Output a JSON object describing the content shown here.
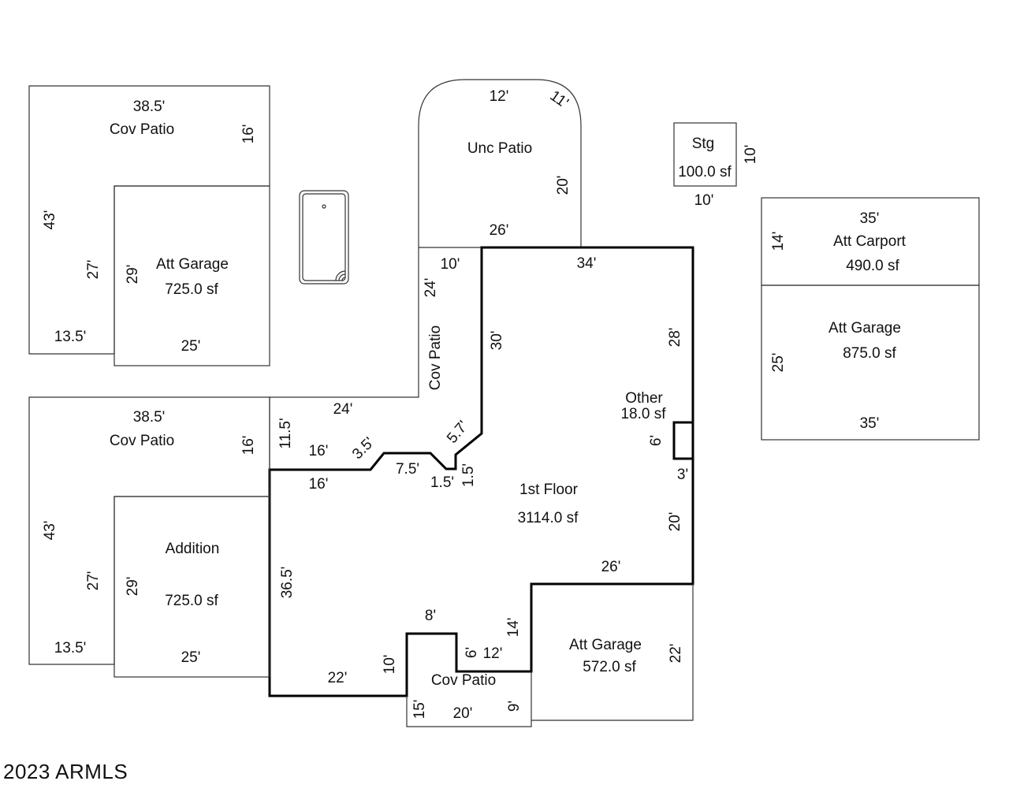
{
  "rooms": {
    "cov_patio_top": {
      "name": "Cov Patio",
      "dims": [
        "38.5'",
        "16'",
        "43'",
        "27'",
        "13.5'"
      ]
    },
    "att_garage_top_left": {
      "name": "Att Garage",
      "area": "725.0 sf",
      "dims": [
        "29'",
        "25'"
      ]
    },
    "unc_patio": {
      "name": "Unc Patio",
      "dims": [
        "12'",
        "11'",
        "20'",
        "26'"
      ]
    },
    "stg": {
      "name": "Stg",
      "area": "100.0 sf",
      "dims": [
        "10'",
        "10'"
      ]
    },
    "att_carport": {
      "name": "Att Carport",
      "area": "490.0 sf",
      "dims": [
        "35'",
        "14'"
      ]
    },
    "att_garage_right": {
      "name": "Att Garage",
      "area": "875.0 sf",
      "dims": [
        "25'",
        "35'"
      ]
    },
    "cov_patio_middle": {
      "name": "Cov Patio",
      "dims": [
        "10'",
        "24'",
        "24'",
        "11.5'"
      ]
    },
    "first_floor": {
      "name": "1st Floor",
      "area": "3114.0 sf",
      "dims": [
        "34'",
        "30'",
        "28'",
        "5.7'",
        "16'",
        "3.5'",
        "7.5'",
        "1.5'",
        "1.5'",
        "16'",
        "3'",
        "20'",
        "26'",
        "36.5'",
        "22'",
        "10'",
        "8'",
        "6'",
        "12'",
        "14'"
      ]
    },
    "other": {
      "name": "Other",
      "area": "18.0 sf",
      "dims": [
        "6'"
      ]
    },
    "cov_patio_bottom_left": {
      "name": "Cov Patio",
      "dims": [
        "38.5'",
        "16'",
        "43'",
        "27'",
        "13.5'"
      ]
    },
    "addition": {
      "name": "Addition",
      "area": "725.0 sf",
      "dims": [
        "29'",
        "25'"
      ]
    },
    "att_garage_bottom": {
      "name": "Att Garage",
      "area": "572.0 sf",
      "dims": [
        "22'"
      ]
    },
    "cov_patio_bottom": {
      "name": "Cov Patio",
      "dims": [
        "15'",
        "20'",
        "9'"
      ]
    }
  },
  "copyright": "2023 ARMLS"
}
